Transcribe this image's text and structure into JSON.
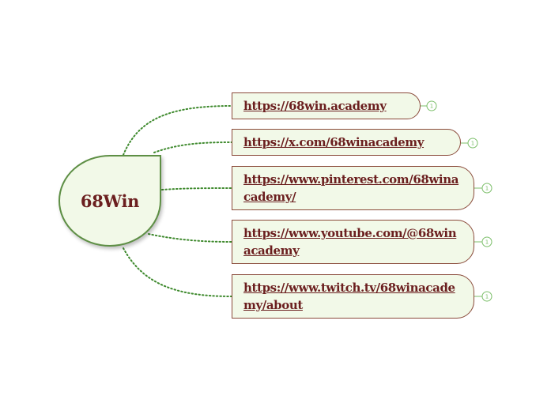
{
  "central_topic": {
    "label": "68Win"
  },
  "branches": [
    {
      "label": "https://68win.academy",
      "collapse_count": "1"
    },
    {
      "label": "https://x.com/68winacademy",
      "collapse_count": "1"
    },
    {
      "label": "https://www.pinterest.com/68winacademy/",
      "collapse_count": "1"
    },
    {
      "label": "https://www.youtube.com/@68winacademy",
      "collapse_count": "1"
    },
    {
      "label": "https://www.twitch.tv/68winacademy/about",
      "collapse_count": "1"
    }
  ],
  "colors": {
    "topic_fill": "#f2f9e8",
    "central_border": "#5e8f45",
    "topic_border": "#8a4a3a",
    "text": "#6b1f1f",
    "connector": "#3f8a2e"
  }
}
